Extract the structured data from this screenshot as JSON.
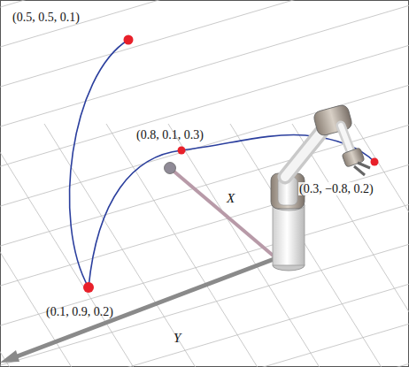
{
  "diagram": {
    "labels": [
      "(0.5, 0.5, 0.1)",
      "(0.8, 0.1, 0.3)",
      "(0.3, −0.8, 0.2)",
      "(0.1, 0.9, 0.2)",
      "X",
      "Y"
    ]
  }
}
